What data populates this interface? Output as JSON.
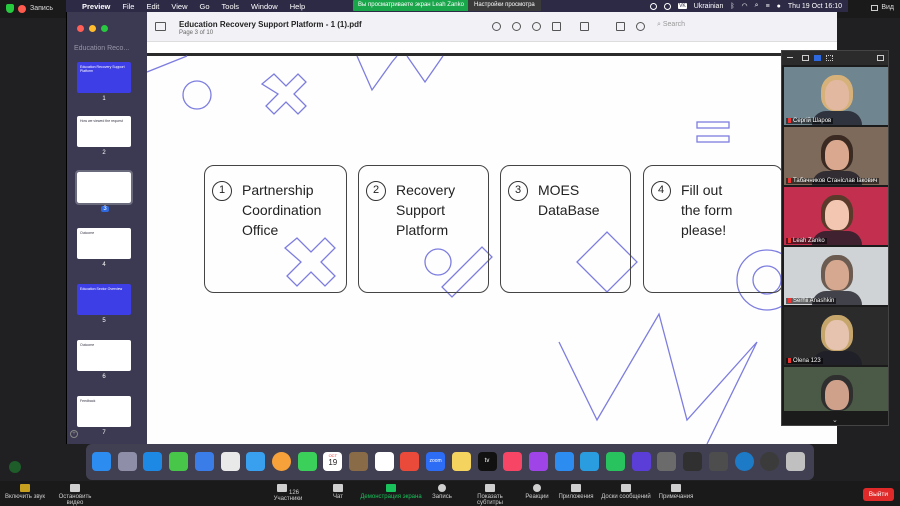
{
  "zoom_top": {
    "recording": "Запись",
    "view": "Вид"
  },
  "menubar": {
    "app_name": "Preview",
    "items": [
      "File",
      "Edit",
      "View",
      "Go",
      "Tools",
      "Window",
      "Help"
    ],
    "share_banner": "Вы просматриваете экран Leah Zanko",
    "share_settings": "Настройки просмотра",
    "language": "Ukrainian",
    "datetime": "Thu 19 Oct  16:10"
  },
  "preview": {
    "sidebar_title": "Education Reco...",
    "doc_title": "Education Recovery Support Platform - 1 (1).pdf",
    "doc_subtitle": "Page 3 of 10",
    "search_placeholder": "Search",
    "thumbs": [
      {
        "num": "1",
        "style": "blue",
        "text": "Education Recovery Support Platform"
      },
      {
        "num": "2",
        "style": "white",
        "text": "How we viewed the request"
      },
      {
        "num": "3",
        "style": "white",
        "text": ""
      },
      {
        "num": "4",
        "style": "white",
        "text": "Outcome"
      },
      {
        "num": "5",
        "style": "blue",
        "text": "Education Sector Overview"
      },
      {
        "num": "6",
        "style": "white",
        "text": "Outcome"
      },
      {
        "num": "7",
        "style": "white",
        "text": "Feedback"
      }
    ]
  },
  "slide": {
    "cards": [
      {
        "num": "1",
        "text": "Partnership\nCoordination\nOffice"
      },
      {
        "num": "2",
        "text": "Recovery\nSupport\nPlatform"
      },
      {
        "num": "3",
        "text": "MOES\nDataBase"
      },
      {
        "num": "4",
        "text": "Fill out\nthe form\nplease!"
      }
    ]
  },
  "participants": [
    {
      "name": "Сергій Шаров",
      "bg": "#6f8590",
      "face": "#e3b8a0",
      "hair": "#d6b27a"
    },
    {
      "name": "Табачников Станіслав Іакович",
      "bg": "#7d6a5b",
      "face": "#d9a88e",
      "hair": "#3a2a22"
    },
    {
      "name": "Leah Zanko",
      "bg": "#c32f4f",
      "face": "#f2c6b0",
      "hair": "#5a3a2a"
    },
    {
      "name": "Serhii Anashkin",
      "bg": "#cfd3d6",
      "face": "#d6a890",
      "hair": "#6b5b50"
    },
    {
      "name": "Olena 123",
      "bg": "#2b2b2b",
      "face": "#e6c3ae",
      "hair": "#c7a66c"
    },
    {
      "name": "",
      "bg": "#4a5a46",
      "face": "#cfa08a",
      "hair": "#2f2f2f"
    }
  ],
  "controls": {
    "unmute": "Включить звук",
    "video": "Остановить видео",
    "participants": "Участники",
    "participants_count": "126",
    "chat": "Чат",
    "share": "Демонстрация экрана",
    "record": "Запись",
    "captions": "Показать субтитры",
    "reactions": "Реакции",
    "apps": "Приложения",
    "whiteboards": "Доски сообщений",
    "notes": "Примечания",
    "leave": "Выйти"
  },
  "dock_colors": [
    "#2d8cf0",
    "#8e8ea8",
    "#1e88e5",
    "#48c64a",
    "#3b7de8",
    "#e9e9e9",
    "#39a0ef",
    "#f7a13a",
    "#3ad05a",
    "#ffffff",
    "#8a6b48",
    "#ffffff",
    "#e94a3a",
    "#2d6cf5",
    "#f4d35e",
    "#111111",
    "#f74566",
    "#9f45e8",
    "#2d8cf0",
    "#2a9de0",
    "#28c35e",
    "#5b3dd8",
    "#6b6b6b",
    "#303030",
    "#4d4d4d",
    "#1d7ac7",
    "#3b3b3b",
    "#c0c0c0"
  ],
  "dock_labels": {
    "calendar_month": "OCT",
    "calendar_day": "19",
    "zoom": "zoom",
    "tv": "tv"
  }
}
